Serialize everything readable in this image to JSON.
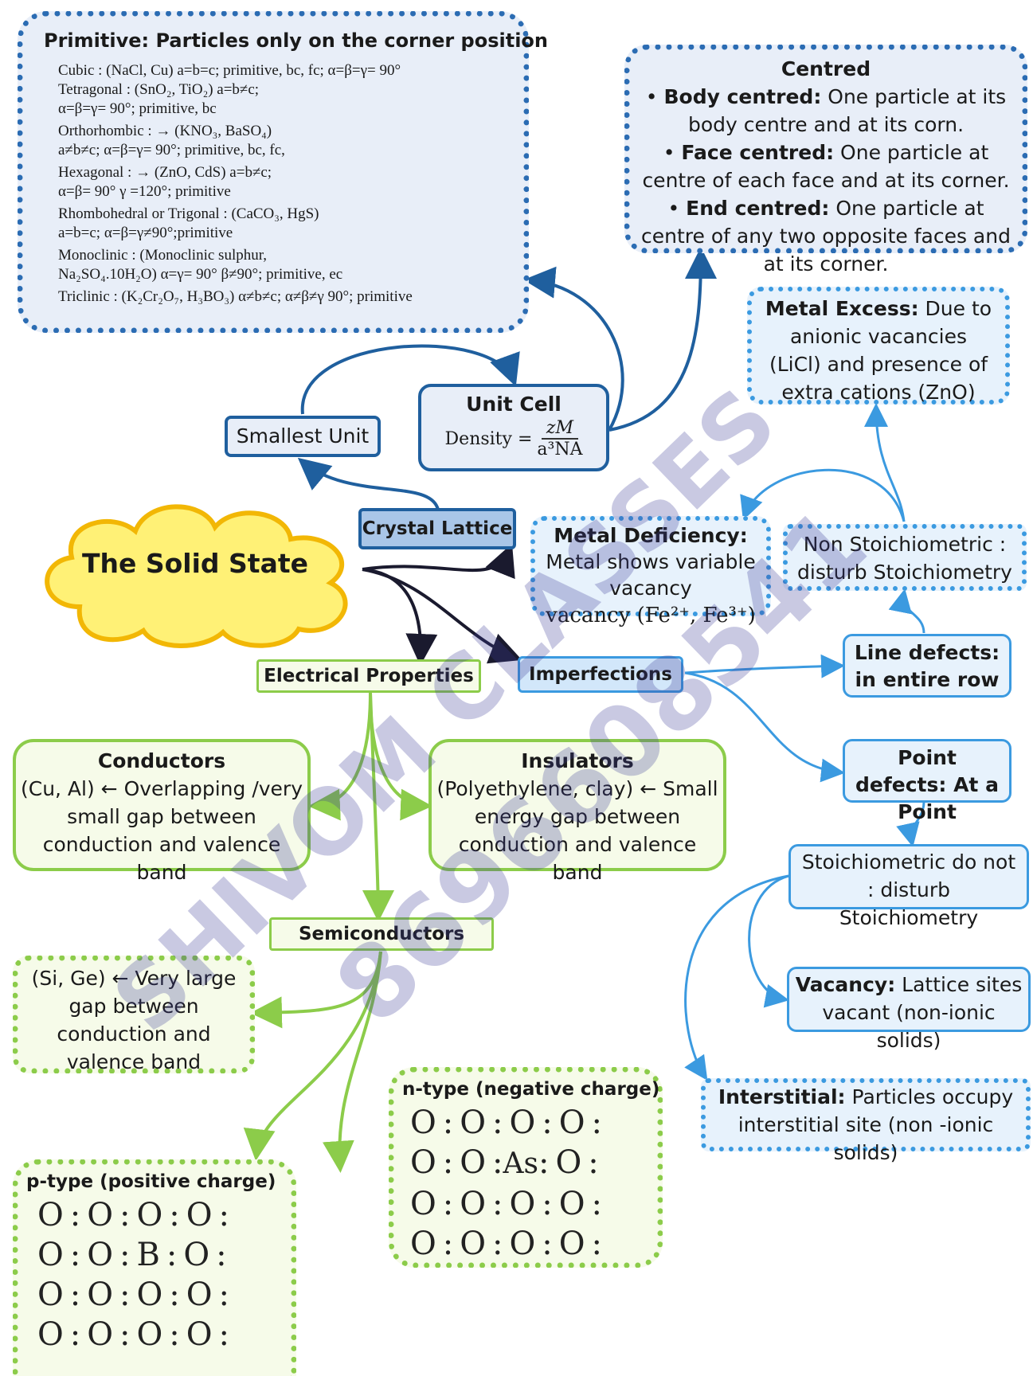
{
  "central": {
    "label": "The Solid State"
  },
  "crystal_lattice": {
    "label": "Crystal Lattice"
  },
  "smallest_unit": {
    "label": "Smallest Unit"
  },
  "unit_cell": {
    "title": "Unit Cell",
    "density_lhs": "Density =",
    "numerator": "zM",
    "denominator": "a³NA"
  },
  "primitive": {
    "title": "Primitive: Particles only on the corner position",
    "lines": [
      "Cubic : (NaCl, Cu) a=b=c; primitive, bc, fc; α=β=γ= 90°",
      "Tetragonal : (SnO₂, TiO₂) a=b≠c;",
      "α=β=γ= 90°; primitive, bc",
      "Orthorhombic : → (KNO₃, BaSO₄)",
      "a≠b≠c; α=β=γ= 90°; primitive, bc, fc,",
      "Hexagonal : → (ZnO, CdS) a=b≠c;",
      "α=β= 90° γ =120°; primitive",
      "Rhombohedral or Trigonal : (CaCO₃, HgS)",
      "a=b=c; α=β=γ≠90°;primitive",
      "Monoclinic : (Monoclinic sulphur,",
      "Na₂SO₄.10H₂O) α=γ= 90° β≠90°; primitive, ec",
      "Triclinic : (K₂Cr₂O₇, H₃BO₃) α≠b≠c;   α≠β≠γ 90°; primitive"
    ]
  },
  "centred": {
    "title": "Centred",
    "body_label": "Body centred:",
    "body_text": "One particle at its body centre and at its corn.",
    "face_label": "Face centred:",
    "face_text": "One particle at centre of each face and at its corner.",
    "end_label": "End centred:",
    "end_text": "One particle at centre of any two opposite faces and at its corner."
  },
  "metal_excess": {
    "label": "Metal Excess:",
    "text": "Due to anionic vacancies (LiCl) and presence of extra cations (ZnO)"
  },
  "metal_deficiency": {
    "label": "Metal Deficiency:",
    "text": "Metal shows variable vacancy",
    "formula": "vacancy (Fe²⁺, Fe³⁺)"
  },
  "non_stoich": {
    "text": "Non Stoichiometric : disturb Stoichiometry"
  },
  "line_defects": {
    "text": "Line defects: in entire row"
  },
  "point_defects": {
    "text": "Point defects: At a Point"
  },
  "stoich": {
    "text": "Stoichiometric do not : disturb Stoichiometry"
  },
  "vacancy": {
    "label": "Vacancy:",
    "text": "Lattice sites vacant (non-ionic solids)"
  },
  "interstitial": {
    "label": "Interstitial:",
    "text": "Particles occupy interstitial site (non -ionic solids)"
  },
  "imperfections": {
    "label": "Imperfections"
  },
  "electrical": {
    "label": "Electrical Properties"
  },
  "conductors": {
    "title": "Conductors",
    "text": "(Cu, Al) ← Overlapping /very small gap between conduction and valence band"
  },
  "insulators": {
    "title": "Insulators",
    "text": "(Polyethylene, clay) ← Small energy gap between conduction and valence band"
  },
  "semiconductors": {
    "label": "Semiconductors"
  },
  "si_ge": {
    "text": "(Si, Ge) ← Very large gap between conduction and valence band"
  },
  "n_type": {
    "title": "n-type (negative charge)",
    "dopant": "As",
    "atom": "O"
  },
  "p_type": {
    "title": "p-type (positive charge)",
    "dopant": "B",
    "atom": "O"
  },
  "watermark": {
    "line1": "SHIVOM CLASSES",
    "line2": "8696608541"
  },
  "colors": {
    "blue": "#1f5f9e",
    "sky": "#3b9ae0",
    "green": "#8ccc4a",
    "yellow": "#fff176",
    "orange": "#f2b705"
  }
}
